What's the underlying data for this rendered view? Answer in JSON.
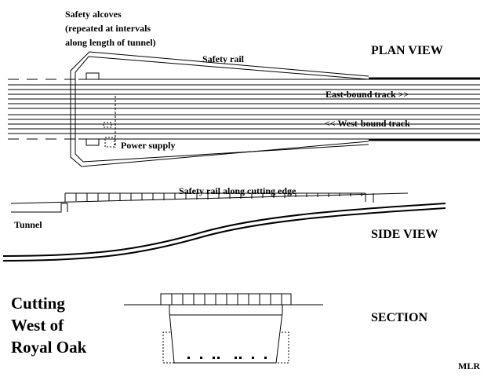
{
  "plan_view": {
    "heading": "PLAN VIEW",
    "alcove_note": [
      "Safety alcoves",
      "(repeated at intervals",
      "along length of tunnel)"
    ],
    "safety_rail": "Safety rail",
    "east_track": "East-bound track >>",
    "west_track": "<< West-bound track",
    "power_supply": "Power supply"
  },
  "side_view": {
    "heading": "SIDE VIEW",
    "rail_label": "Safety rail along cutting edge",
    "tunnel": "Tunnel"
  },
  "section": {
    "heading": "SECTION"
  },
  "title": [
    "Cutting",
    "West of",
    "Royal Oak"
  ],
  "signature": "MLR",
  "colors": {
    "ink": "#000000",
    "background": "#ffffff"
  }
}
